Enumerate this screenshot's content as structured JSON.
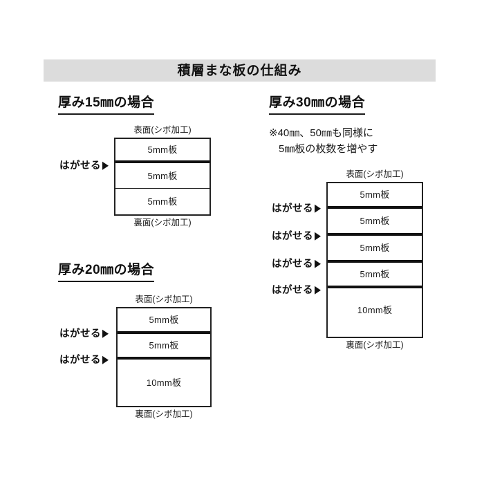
{
  "banner": {
    "title": "積層まな板の仕組み",
    "background_color": "#dcdcdc"
  },
  "sections": {
    "thickness_15": {
      "heading": "厚み15㎜の場合",
      "top_face_label": "表面(シボ加工)",
      "bottom_face_label": "裏面(シボ加工)",
      "layers": [
        {
          "label": "5mm板"
        },
        {
          "label": "5mm板"
        },
        {
          "label": "5mm板"
        }
      ],
      "peel_callouts": [
        {
          "label": "はがせる"
        }
      ]
    },
    "thickness_20": {
      "heading": "厚み20㎜の場合",
      "top_face_label": "表面(シボ加工)",
      "bottom_face_label": "裏面(シボ加工)",
      "layers": [
        {
          "label": "5mm板"
        },
        {
          "label": "5mm板"
        },
        {
          "label": "10mm板"
        }
      ],
      "peel_callouts": [
        {
          "label": "はがせる"
        },
        {
          "label": "はがせる"
        }
      ]
    },
    "thickness_30": {
      "heading": "厚み30㎜の場合",
      "note_line_1": "※40㎜、50㎜も同様に",
      "note_line_2": "5㎜板の枚数を増やす",
      "top_face_label": "表面(シボ加工)",
      "bottom_face_label": "裏面(シボ加工)",
      "layers": [
        {
          "label": "5mm板"
        },
        {
          "label": "5mm板"
        },
        {
          "label": "5mm板"
        },
        {
          "label": "5mm板"
        },
        {
          "label": "10mm板"
        }
      ],
      "peel_callouts": [
        {
          "label": "はがせる"
        },
        {
          "label": "はがせる"
        },
        {
          "label": "はがせる"
        },
        {
          "label": "はがせる"
        }
      ]
    }
  },
  "colors": {
    "background": "#ffffff",
    "ink": "#1a1a1a",
    "banner": "#dcdcdc",
    "seam": "#111111"
  }
}
